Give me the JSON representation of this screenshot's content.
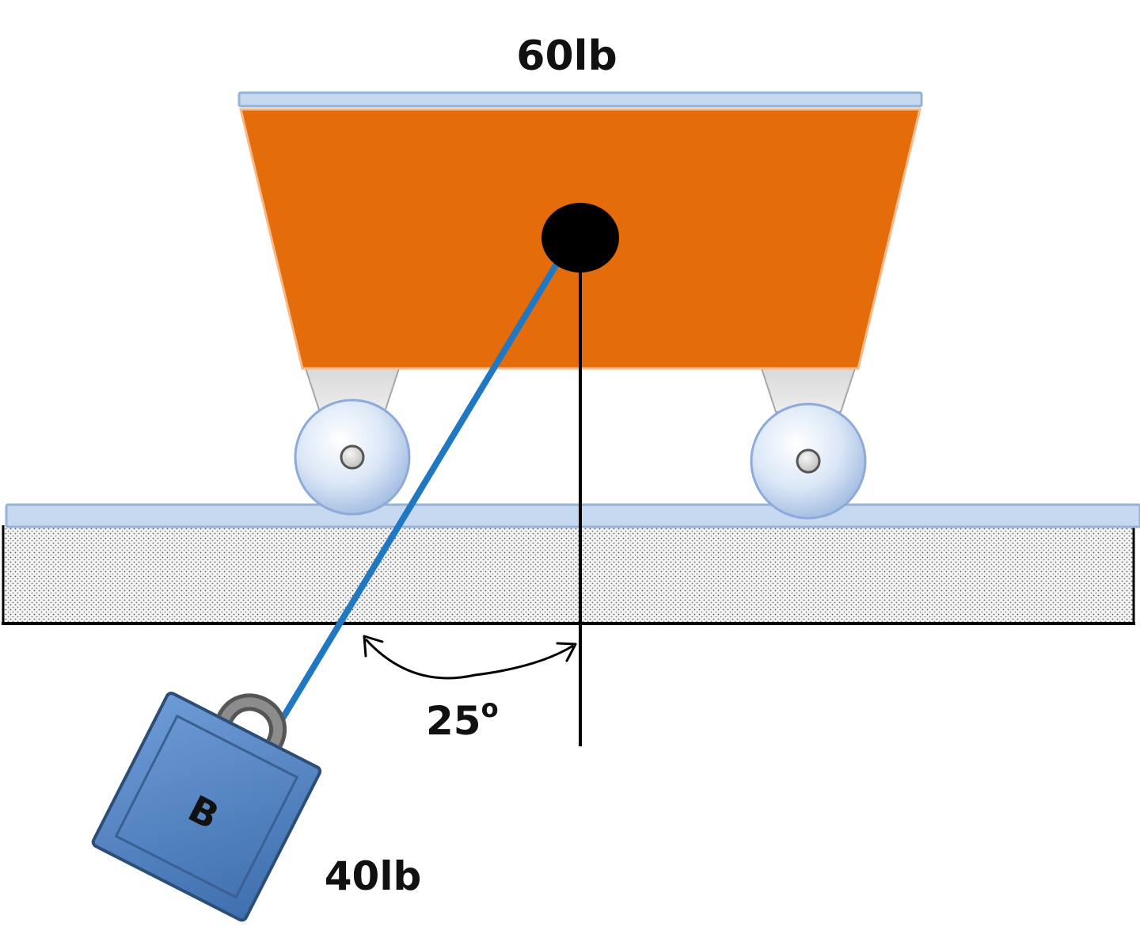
{
  "cart": {
    "weight_label": "60lb"
  },
  "block": {
    "letter": "B",
    "weight_label": "40lb"
  },
  "angle": {
    "value_deg": 25,
    "label": "25",
    "degree_symbol": "o"
  },
  "colors": {
    "cart_body": "#E46C0A",
    "cart_body_edge": "#F6B98A",
    "top_plate": "#C6D9F1",
    "rope": "#1F78C1",
    "block_fill": "#4F81BD",
    "block_edge": "#2C4D75",
    "wheel_fill": "#C6D9F1",
    "ground_fill": "#E8E8E8",
    "pivot": "#000000"
  }
}
